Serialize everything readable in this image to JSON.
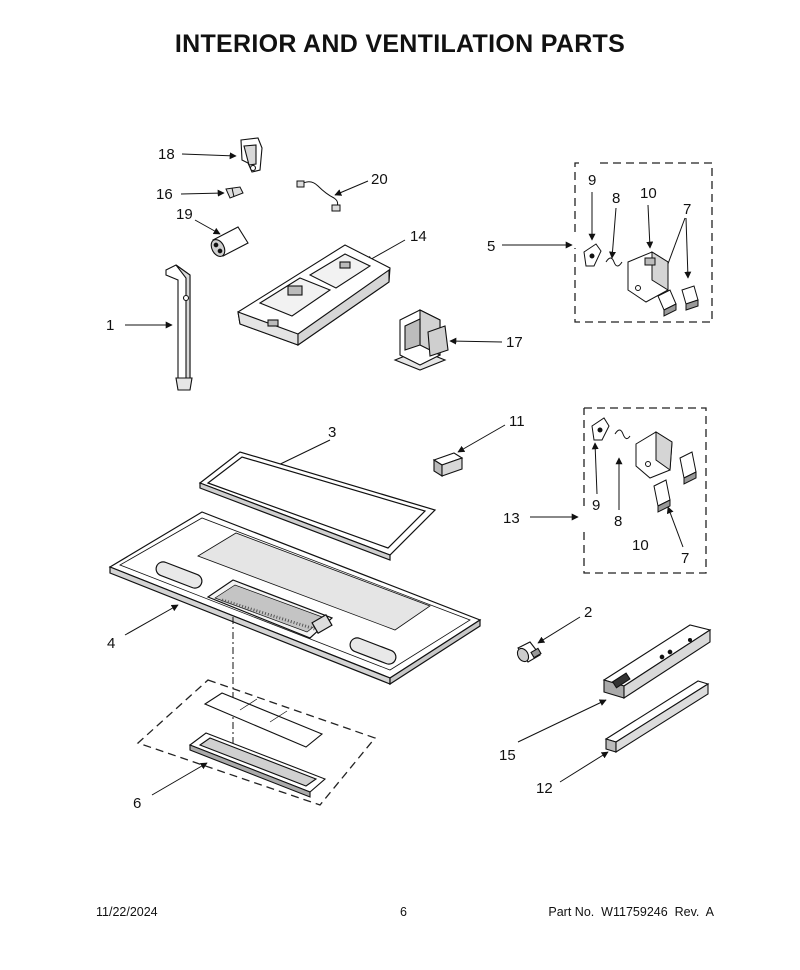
{
  "title": "INTERIOR AND VENTILATION PARTS",
  "callouts": {
    "n1": "1",
    "n2": "2",
    "n3": "3",
    "n4": "4",
    "n5": "5",
    "n6": "6",
    "n7a": "7",
    "n7b": "7",
    "n8a": "8",
    "n8b": "8",
    "n9a": "9",
    "n9b": "9",
    "n10a": "10",
    "n10b": "10",
    "n11": "11",
    "n12": "12",
    "n13": "13",
    "n14": "14",
    "n15": "15",
    "n16": "16",
    "n17": "17",
    "n18": "18",
    "n19": "19",
    "n20": "20"
  },
  "footer": {
    "date": "11/22/2024",
    "page": "6",
    "part": "Part No.  W11759246  Rev.  A"
  }
}
